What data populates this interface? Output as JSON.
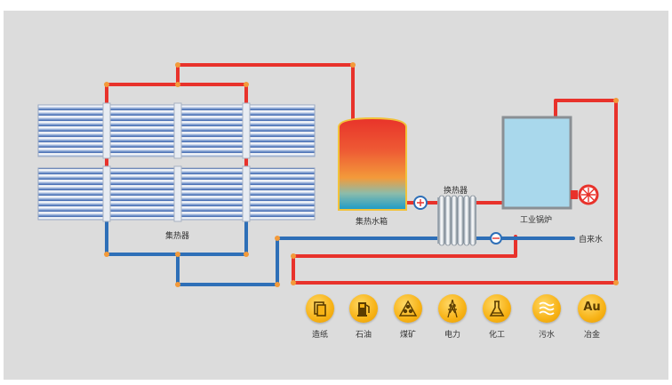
{
  "colors": {
    "background": "#dcdcdc",
    "hot_pipe": "#e8322b",
    "cold_pipe": "#2e6fb7",
    "tank_top": "#e8332a",
    "tank_mid": "#f39a3a",
    "tank_bottom": "#1b9bc9",
    "boiler_fill": "#a9d8ec",
    "icon_gold": "#f7b215"
  },
  "components": {
    "collector": "集热器",
    "tank": "集热水箱",
    "exchanger": "换热器",
    "boiler": "工业锅炉",
    "tap_water": "自来水"
  },
  "industries": [
    {
      "label": "造纸",
      "icon": "paper-icon"
    },
    {
      "label": "石油",
      "icon": "fuel-pump-icon"
    },
    {
      "label": "煤矿",
      "icon": "coal-icon"
    },
    {
      "label": "电力",
      "icon": "power-tower-icon"
    },
    {
      "label": "化工",
      "icon": "flask-icon"
    },
    {
      "label": "污水",
      "icon": "wastewater-icon"
    },
    {
      "label": "冶金",
      "icon": "gold-icon",
      "glyph": "Au"
    }
  ]
}
